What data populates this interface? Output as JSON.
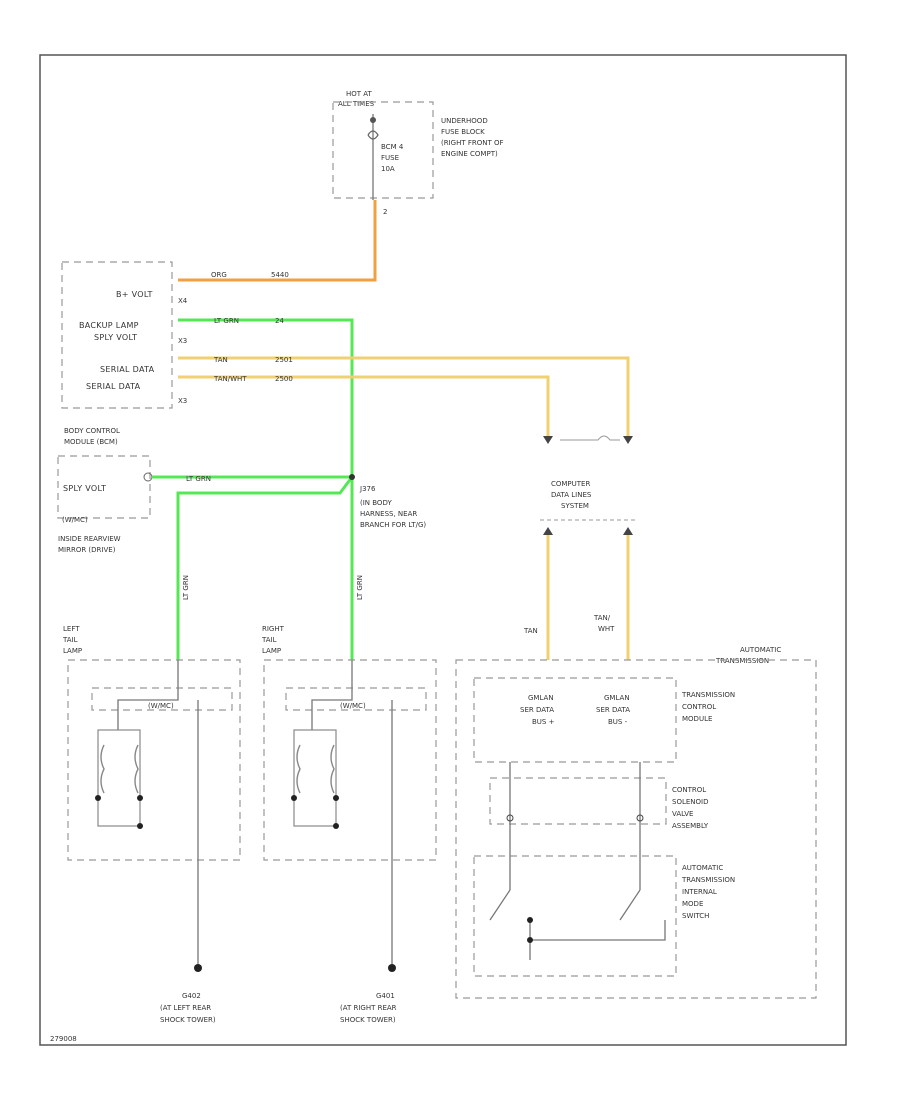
{
  "fuse_block": {
    "hot_label_1": "HOT AT",
    "hot_label_2": "ALL TIMES",
    "fuse_name": "BCM 4",
    "fuse_word": "FUSE",
    "fuse_rating": "10A",
    "desc_1": "UNDERHOOD",
    "desc_2": "FUSE BLOCK",
    "desc_3": "(RIGHT FRONT OF",
    "desc_4": "ENGINE COMPT)",
    "pin_bottom": "2"
  },
  "bcm": {
    "pins": [
      "B+ VOLT",
      "BACKUP LAMP",
      "SPLY VOLT",
      "SERIAL DATA",
      "SERIAL DATA"
    ],
    "connectors": [
      "X4",
      "X3",
      "X3"
    ],
    "name_1": "BODY CONTROL",
    "name_2": "MODULE (BCM)"
  },
  "wires": {
    "orange_color": "ORG",
    "orange_circuit": "5440",
    "green_color": "LT GRN",
    "green_circuit": "24",
    "tan_1_color": "TAN",
    "tan_1_circuit": "2501",
    "tan_2_color": "TAN/WHT",
    "tan_2_circuit": "2500"
  },
  "mirror": {
    "pin_label": "SPLY VOLT",
    "name": "(W/MC)",
    "caption_1": "INSIDE REARVIEW",
    "caption_2": "MIRROR (DRIVE)"
  },
  "splice": {
    "id": "J376",
    "desc_1": "(IN BODY",
    "desc_2": "HARNESS, NEAR",
    "desc_3": "BRANCH FOR LT/G)"
  },
  "data_lines": {
    "title_1": "COMPUTER",
    "title_2": "DATA LINES",
    "title_3": "SYSTEM",
    "tan_label": "TAN",
    "tanwht_label_1": "TAN/",
    "tanwht_label_2": "WHT"
  },
  "left_lamp": {
    "title_1": "LEFT",
    "title_2": "TAIL",
    "title_3": "LAMP",
    "sub": "(W/MC)",
    "ground_1": "G402",
    "ground_2": "(AT LEFT REAR",
    "ground_3": "SHOCK TOWER)"
  },
  "right_lamp": {
    "title_1": "RIGHT",
    "title_2": "TAIL",
    "title_3": "LAMP",
    "sub": "(W/MC)",
    "ground_1": "G401",
    "ground_2": "(AT RIGHT REAR",
    "ground_3": "SHOCK TOWER)"
  },
  "transmission": {
    "title_1": "AUTOMATIC",
    "title_2": "TRANSMISSION",
    "tcm_1": "TRANSMISSION",
    "tcm_2": "CONTROL",
    "tcm_3": "MODULE",
    "gmlan_hi_1": "GMLAN",
    "gmlan_hi_2": "SER DATA",
    "gmlan_hi_3": "BUS +",
    "gmlan_lo_1": "GMLAN",
    "gmlan_lo_2": "SER DATA",
    "gmlan_lo_3": "BUS -",
    "sol_1": "CONTROL",
    "sol_2": "SOLENOID",
    "sol_3": "VALVE",
    "sol_4": "ASSEMBLY",
    "sw_1": "AUTOMATIC",
    "sw_2": "TRANSMISSION",
    "sw_3": "INTERNAL",
    "sw_4": "MODE",
    "sw_5": "SWITCH"
  },
  "footer_code": "279008"
}
